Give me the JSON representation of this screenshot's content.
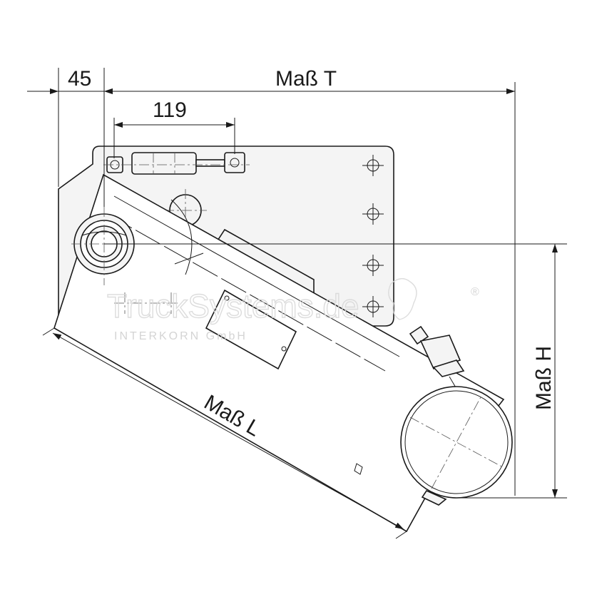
{
  "dimensions": {
    "offset_label": "45",
    "depth_label": "Maß T",
    "spring_label": "119",
    "height_label": "Maß H",
    "length_label": "Maß L"
  },
  "watermark": {
    "brand": "TruckSystems.de",
    "company": "INTERKORN GmbH",
    "registered": "®"
  }
}
